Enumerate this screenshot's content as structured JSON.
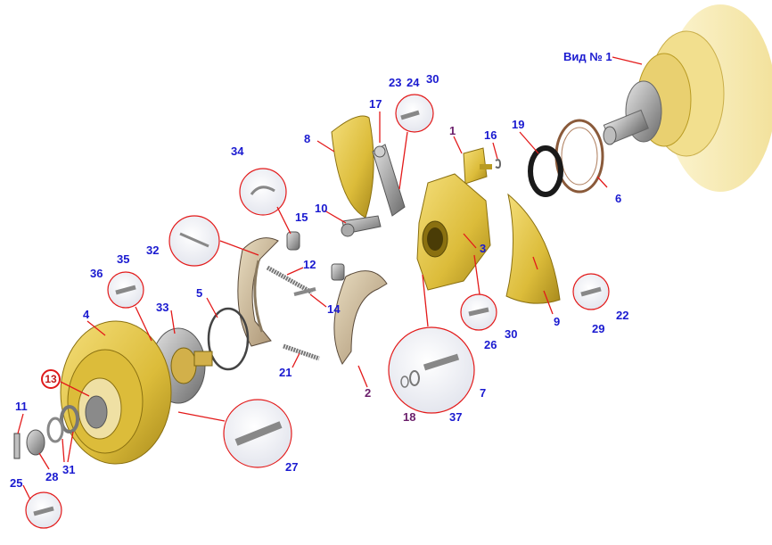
{
  "view_label": "Вид № 1",
  "colors": {
    "label": "#1a1ad0",
    "label_alt": "#6a1e6a",
    "leader": "#e31a1a",
    "part": "#e2c546",
    "part_dark": "#b89a22",
    "metal": "#9a9a9a"
  },
  "parts": [
    {
      "id": "1",
      "label": "1"
    },
    {
      "id": "2",
      "label": "2"
    },
    {
      "id": "3",
      "label": "3"
    },
    {
      "id": "4",
      "label": "4"
    },
    {
      "id": "5",
      "label": "5"
    },
    {
      "id": "6",
      "label": "6"
    },
    {
      "id": "7",
      "label": "7"
    },
    {
      "id": "8",
      "label": "8"
    },
    {
      "id": "9",
      "label": "9"
    },
    {
      "id": "10",
      "label": "10"
    },
    {
      "id": "11",
      "label": "11"
    },
    {
      "id": "12",
      "label": "12"
    },
    {
      "id": "13",
      "label": "13"
    },
    {
      "id": "14",
      "label": "14"
    },
    {
      "id": "15",
      "label": "15"
    },
    {
      "id": "16",
      "label": "16"
    },
    {
      "id": "17",
      "label": "17"
    },
    {
      "id": "18",
      "label": "18"
    },
    {
      "id": "19",
      "label": "19"
    },
    {
      "id": "21",
      "label": "21"
    },
    {
      "id": "22",
      "label": "22"
    },
    {
      "id": "23",
      "label": "23"
    },
    {
      "id": "24",
      "label": "24"
    },
    {
      "id": "25",
      "label": "25"
    },
    {
      "id": "26",
      "label": "26"
    },
    {
      "id": "27",
      "label": "27"
    },
    {
      "id": "28",
      "label": "28"
    },
    {
      "id": "29",
      "label": "29"
    },
    {
      "id": "30a",
      "label": "30"
    },
    {
      "id": "30b",
      "label": "30"
    },
    {
      "id": "31",
      "label": "31"
    },
    {
      "id": "32",
      "label": "32"
    },
    {
      "id": "33",
      "label": "33"
    },
    {
      "id": "34",
      "label": "34"
    },
    {
      "id": "35",
      "label": "35"
    },
    {
      "id": "36",
      "label": "36"
    },
    {
      "id": "37",
      "label": "37"
    }
  ]
}
